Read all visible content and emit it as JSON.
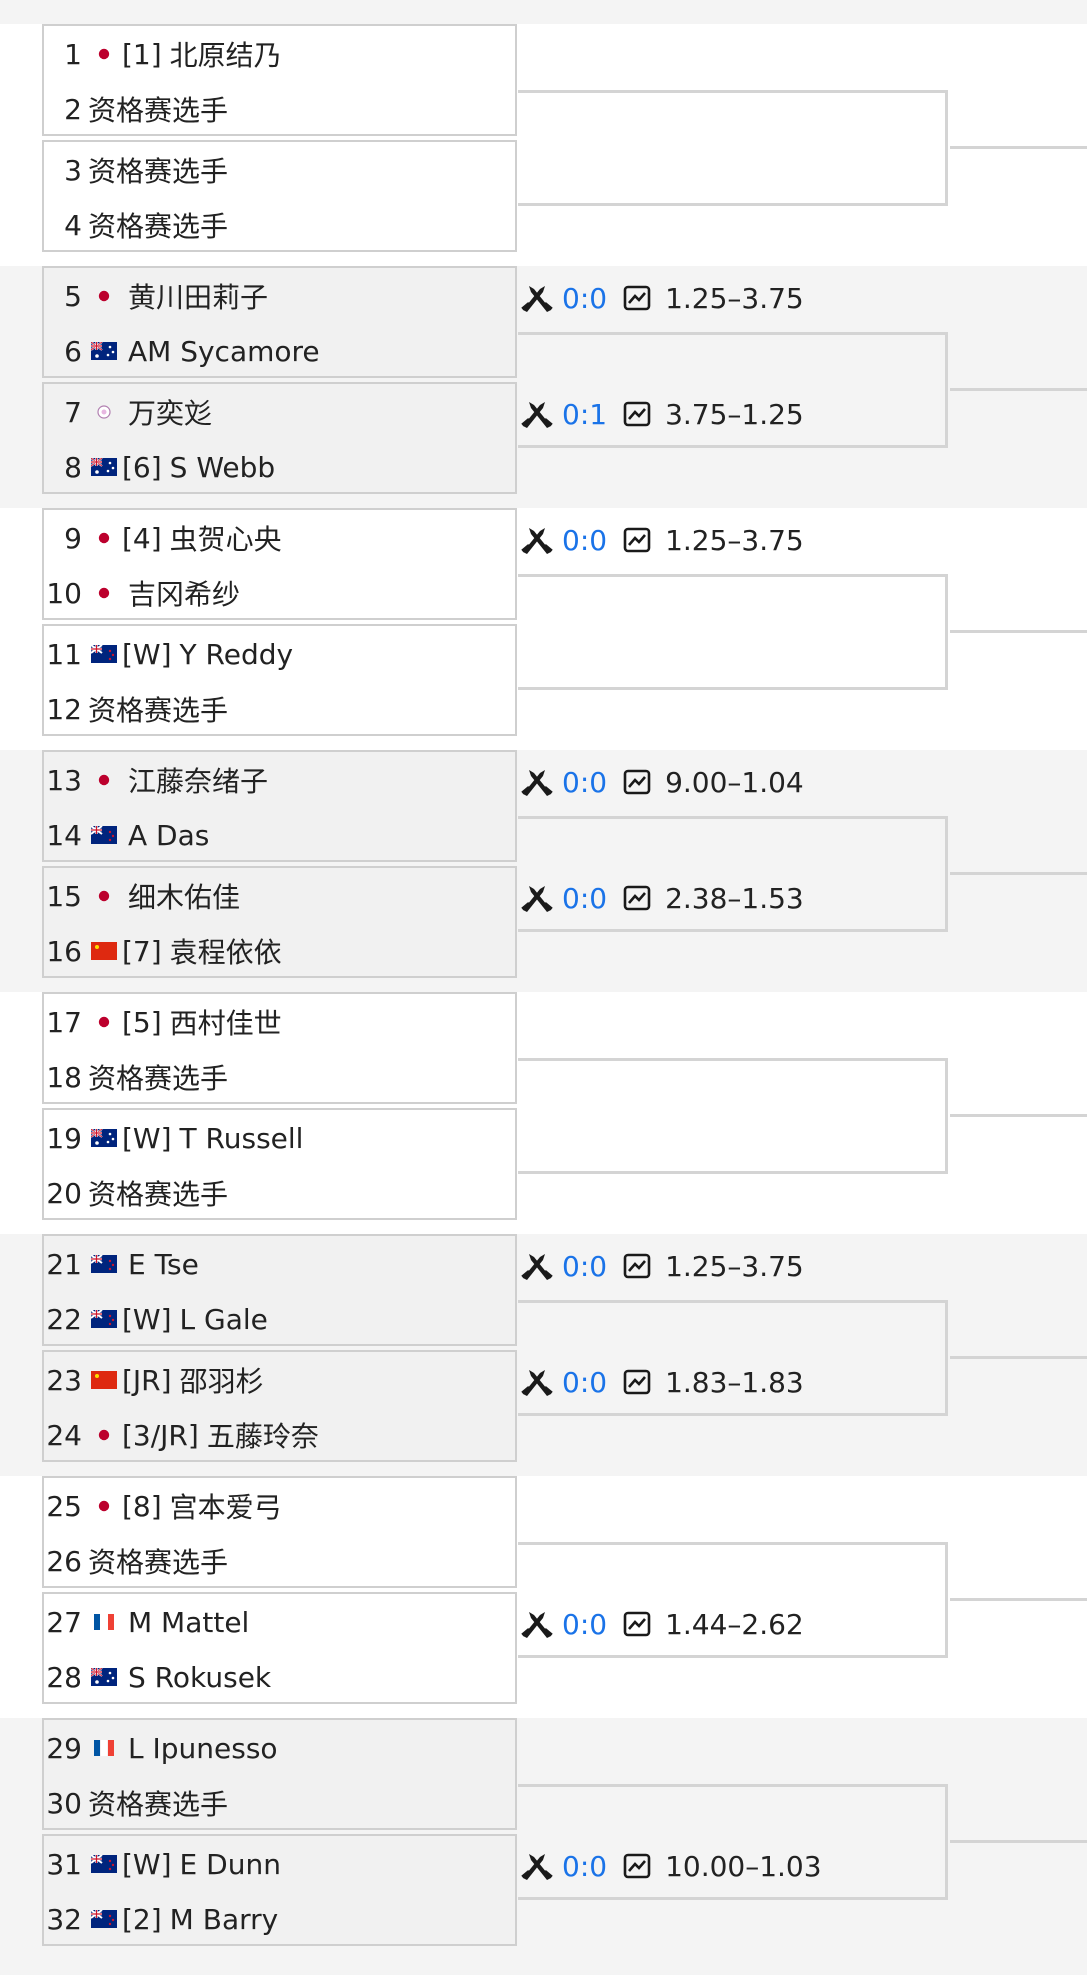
{
  "players": [
    {
      "num": "1",
      "flag": "jp",
      "seed": "[1]",
      "name": "北原结乃"
    },
    {
      "num": "2",
      "flag": "",
      "seed": "",
      "name": "资格赛选手"
    },
    {
      "num": "3",
      "flag": "",
      "seed": "",
      "name": "资格赛选手"
    },
    {
      "num": "4",
      "flag": "",
      "seed": "",
      "name": "资格赛选手"
    },
    {
      "num": "5",
      "flag": "jp",
      "seed": "",
      "name": "黄川田莉子"
    },
    {
      "num": "6",
      "flag": "au",
      "seed": "",
      "name": "AM Sycamore"
    },
    {
      "num": "7",
      "flag": "tpe",
      "seed": "",
      "name": "万奕彣"
    },
    {
      "num": "8",
      "flag": "au",
      "seed": "[6]",
      "name": "S Webb"
    },
    {
      "num": "9",
      "flag": "jp",
      "seed": "[4]",
      "name": "虫贺心央"
    },
    {
      "num": "10",
      "flag": "jp",
      "seed": "",
      "name": "吉冈希纱"
    },
    {
      "num": "11",
      "flag": "nz",
      "seed": "[W]",
      "name": "Y Reddy"
    },
    {
      "num": "12",
      "flag": "",
      "seed": "",
      "name": "资格赛选手"
    },
    {
      "num": "13",
      "flag": "jp",
      "seed": "",
      "name": "江藤奈绪子"
    },
    {
      "num": "14",
      "flag": "nz",
      "seed": "",
      "name": "A Das"
    },
    {
      "num": "15",
      "flag": "jp",
      "seed": "",
      "name": "细木佑佳"
    },
    {
      "num": "16",
      "flag": "cn",
      "seed": "[7]",
      "name": "袁程依依"
    },
    {
      "num": "17",
      "flag": "jp",
      "seed": "[5]",
      "name": "西村佳世"
    },
    {
      "num": "18",
      "flag": "",
      "seed": "",
      "name": "资格赛选手"
    },
    {
      "num": "19",
      "flag": "au",
      "seed": "[W]",
      "name": "T Russell"
    },
    {
      "num": "20",
      "flag": "",
      "seed": "",
      "name": "资格赛选手"
    },
    {
      "num": "21",
      "flag": "nz",
      "seed": "",
      "name": "E Tse"
    },
    {
      "num": "22",
      "flag": "nz",
      "seed": "[W]",
      "name": "L Gale"
    },
    {
      "num": "23",
      "flag": "cn",
      "seed": "[JR]",
      "name": "邵羽杉"
    },
    {
      "num": "24",
      "flag": "jp",
      "seed": "[3/JR]",
      "name": "五藤玲奈"
    },
    {
      "num": "25",
      "flag": "jp",
      "seed": "[8]",
      "name": "宫本爱弓"
    },
    {
      "num": "26",
      "flag": "",
      "seed": "",
      "name": "资格赛选手"
    },
    {
      "num": "27",
      "flag": "fr",
      "seed": "",
      "name": "M Mattel"
    },
    {
      "num": "28",
      "flag": "au",
      "seed": "",
      "name": "S Rokusek"
    },
    {
      "num": "29",
      "flag": "fr",
      "seed": "",
      "name": "L Ipunesso"
    },
    {
      "num": "30",
      "flag": "",
      "seed": "",
      "name": "资格赛选手"
    },
    {
      "num": "31",
      "flag": "nz",
      "seed": "[W]",
      "name": "E Dunn"
    },
    {
      "num": "32",
      "flag": "nz",
      "seed": "[2]",
      "name": "M Barry"
    }
  ],
  "odds": [
    {
      "match": 2,
      "score": "0:0",
      "value": "1.25–3.75"
    },
    {
      "match": 3,
      "score": "0:1",
      "value": "3.75–1.25"
    },
    {
      "match": 4,
      "score": "0:0",
      "value": "1.25–3.75"
    },
    {
      "match": 6,
      "score": "0:0",
      "value": "9.00–1.04"
    },
    {
      "match": 7,
      "score": "0:0",
      "value": "2.38–1.53"
    },
    {
      "match": 10,
      "score": "0:0",
      "value": "1.25–3.75"
    },
    {
      "match": 11,
      "score": "0:0",
      "value": "1.83–1.83"
    },
    {
      "match": 13,
      "score": "0:0",
      "value": "1.44–2.62"
    },
    {
      "match": 15,
      "score": "0:0",
      "value": "10.00–1.03"
    }
  ],
  "colors": {
    "score": "#1a73e8",
    "border": "#cfcfcf",
    "jp": "#bc002d",
    "cn": "#de2910"
  }
}
